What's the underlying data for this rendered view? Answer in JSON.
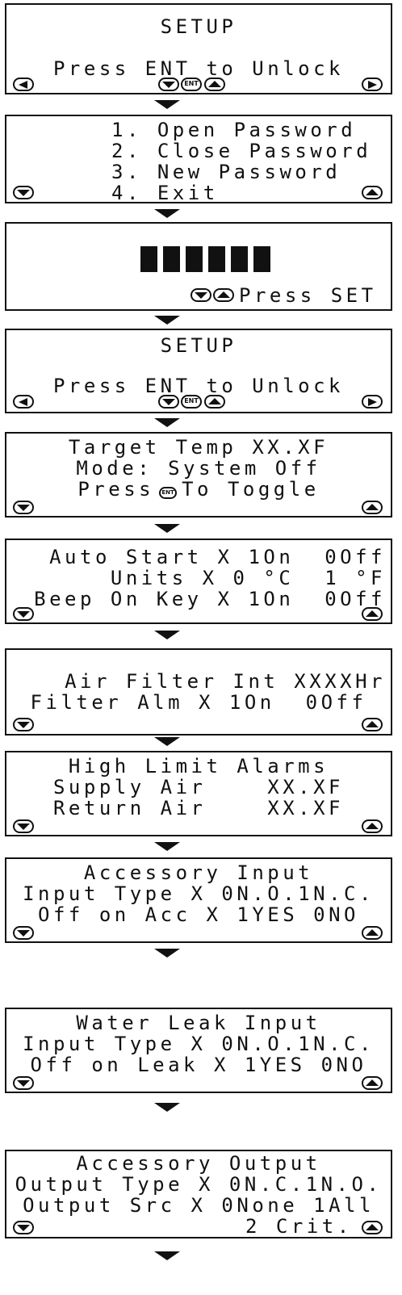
{
  "colors": {
    "border": "#111111",
    "background": "#ffffff"
  },
  "screens": [
    {
      "lines": [
        "SETUP",
        "Press ENT to Unlock"
      ],
      "buttons": "Left / Down / ENT / Up / Right"
    },
    {
      "lines": [
        "1. Open Password",
        "2. Close Password",
        "3. New Password",
        "4. Exit"
      ]
    },
    {
      "placeholder": "██████",
      "prompt": "Press SET"
    },
    {
      "lines": [
        "SETUP",
        "Press ENT to Unlock"
      ]
    },
    {
      "lines": [
        "Target Temp XX.XF",
        "Mode: System Off"
      ],
      "toggle_before": "Press",
      "toggle_icon": "ENT",
      "toggle_after": "To Toggle"
    },
    {
      "lines": [
        "Auto Start X 1On  0Off",
        "Units X 0 °C  1 °F",
        "Beep On Key X 1On  0Off"
      ]
    },
    {
      "lines": [
        "Air Filter Int XXXXHr",
        "Filter Alm X 1On  0Off"
      ]
    },
    {
      "lines": [
        "High Limit Alarms",
        "Supply Air    XX.XF",
        "Return Air    XX.XF"
      ]
    },
    {
      "lines": [
        "Accessory Input",
        "Input Type X 0N.O.1N.C.",
        "Off on Acc X 1YES 0NO"
      ]
    },
    {
      "lines": [
        "Water Leak Input",
        "Input Type X 0N.O.1N.C.",
        "Off on Leak X 1YES 0NO"
      ]
    },
    {
      "lines": [
        "Accessory Output",
        "Output Type X 0N.C.1N.O.",
        "Output Src X 0None 1All",
        "2 Crit."
      ]
    }
  ],
  "icons": {
    "ent": "ENT"
  }
}
